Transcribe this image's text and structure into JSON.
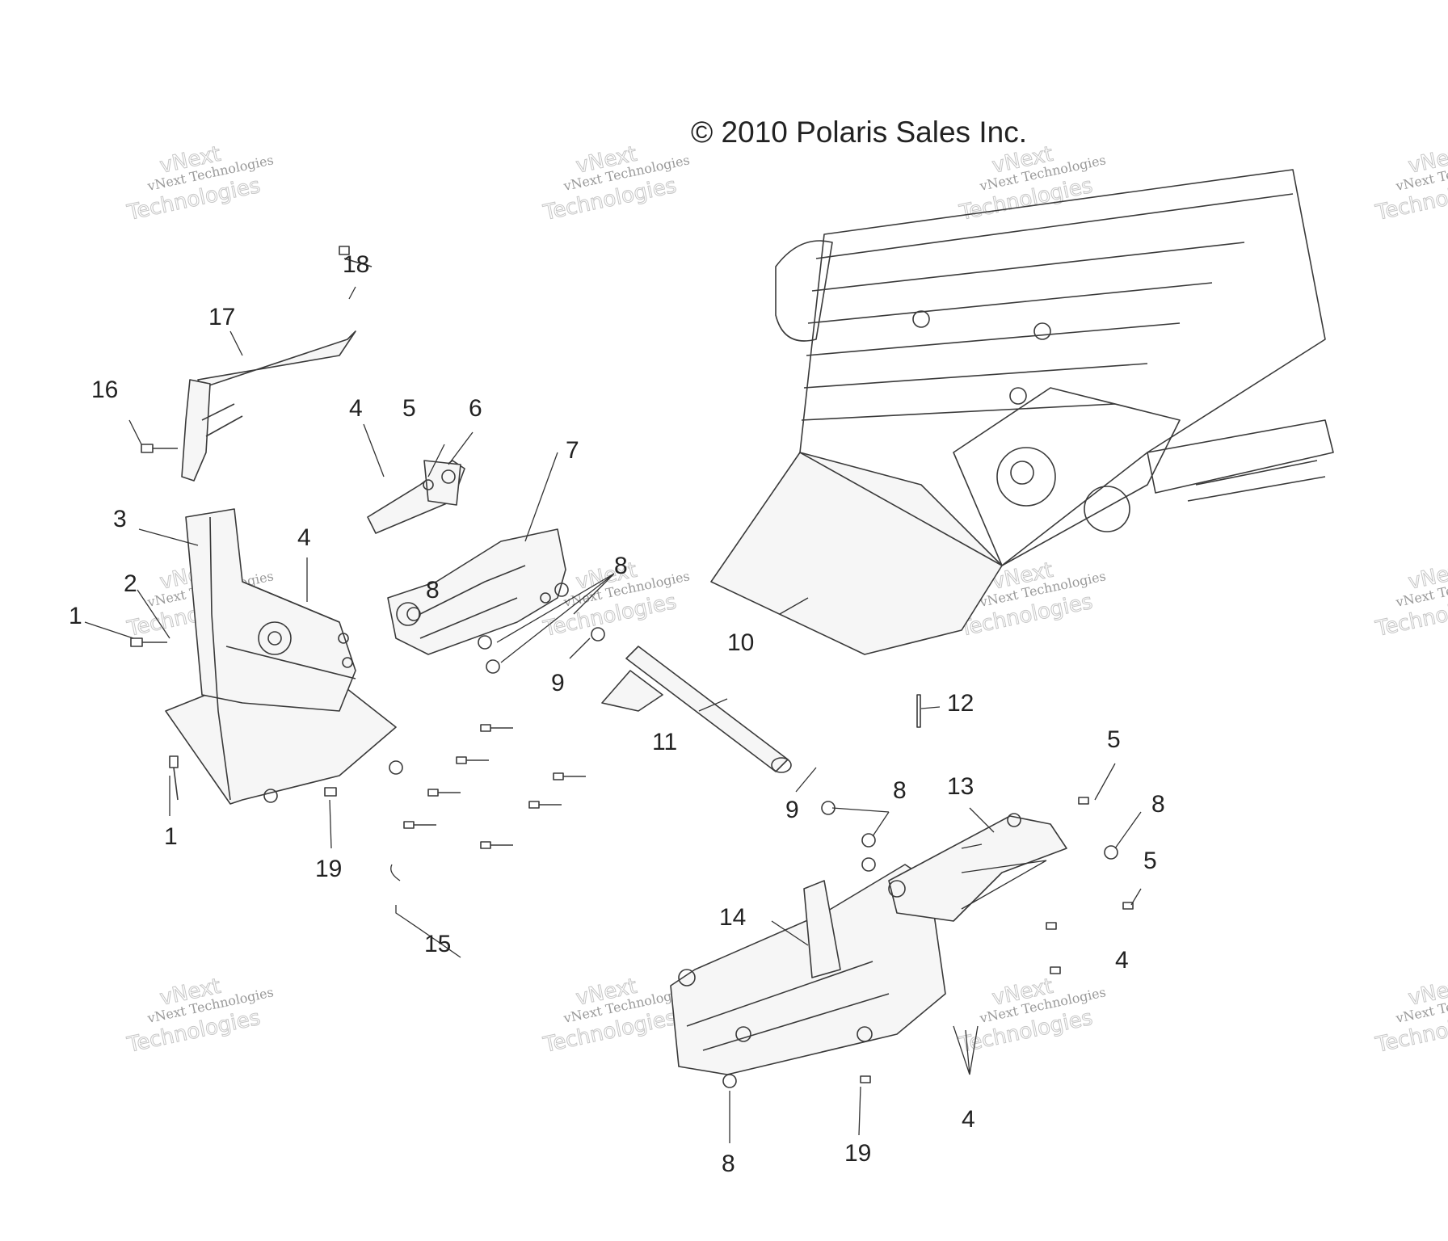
{
  "copyright": "© 2010 Polaris Sales Inc.",
  "watermark": {
    "top_text": "vNext",
    "small_text": "vNext Technologies",
    "big_text": "Technologies"
  },
  "callouts": [
    "1",
    "1",
    "2",
    "3",
    "4",
    "4",
    "4",
    "4",
    "5",
    "5",
    "5",
    "6",
    "7",
    "8",
    "8",
    "8",
    "8",
    "8",
    "9",
    "9",
    "10",
    "11",
    "12",
    "13",
    "14",
    "15",
    "16",
    "17",
    "18",
    "19",
    "19"
  ],
  "colors": {
    "line": "#3a3a3a",
    "watermark": "#c6c6c6",
    "background": "#ffffff"
  }
}
